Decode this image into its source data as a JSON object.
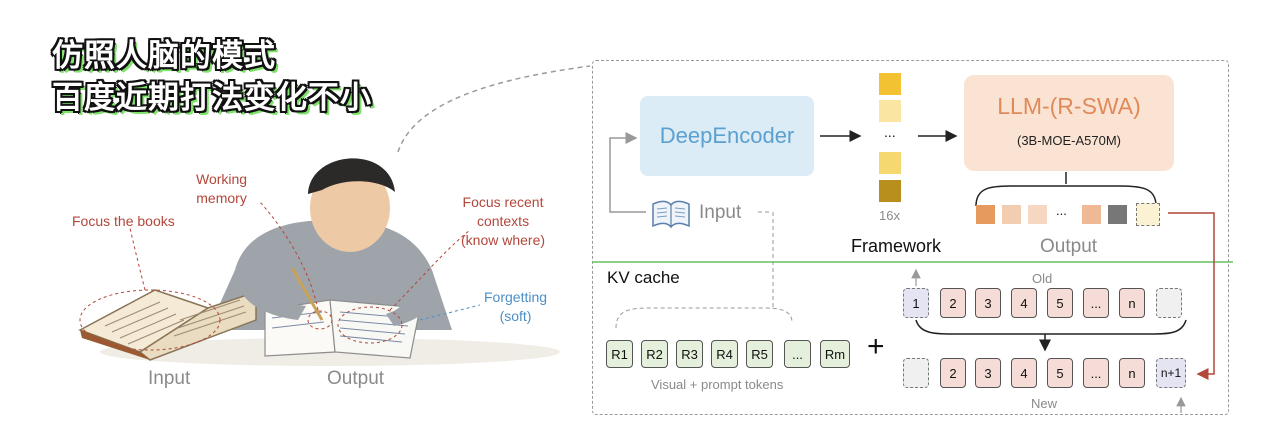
{
  "headline": {
    "line1": "仿照人脑的模式",
    "line2": "百度近期打法变化不小"
  },
  "illustration": {
    "annotations": {
      "working_memory": "Working\nmemory",
      "focus_books": "Focus the books",
      "focus_recent": "Focus recent\ncontexts\n(know where)",
      "forgetting": "Forgetting\n(soft)"
    },
    "captions": {
      "input": "Input",
      "output": "Output"
    }
  },
  "framework": {
    "encoder_label": "DeepEncoder",
    "input_label": "Input",
    "compression": {
      "dots": "...",
      "factor": "16x"
    },
    "llm": {
      "title": "LLM-(R-SWA)",
      "subtitle": "(3B-MOE-A570M)"
    },
    "output_label": "Output",
    "output_dots": "...",
    "framework_label": "Framework"
  },
  "kv_cache": {
    "title": "KV cache",
    "visual_tokens": [
      "R1",
      "R2",
      "R3",
      "R4",
      "R5",
      "...",
      "Rm"
    ],
    "visual_caption": "Visual + prompt tokens",
    "plus": "+",
    "old_label": "Old",
    "old_row": [
      "1",
      "2",
      "3",
      "4",
      "5",
      "...",
      "n",
      ""
    ],
    "new_label": "New",
    "new_row": [
      "",
      "2",
      "3",
      "4",
      "5",
      "...",
      "n",
      "n+1"
    ]
  },
  "colors": {
    "encoder_fill": "#dcecf6",
    "encoder_text": "#5ba0cf",
    "llm_fill": "#fbe3d4",
    "llm_text": "#e08a5a",
    "annotation_red": "#b2473a",
    "annotation_blue": "#4a8fc7",
    "divider_green": "#6cbf63",
    "feedback_arrow": "#b2473a",
    "visual_token_fill": "#e4efdc",
    "text_token_fill": "#f6dcd7"
  }
}
